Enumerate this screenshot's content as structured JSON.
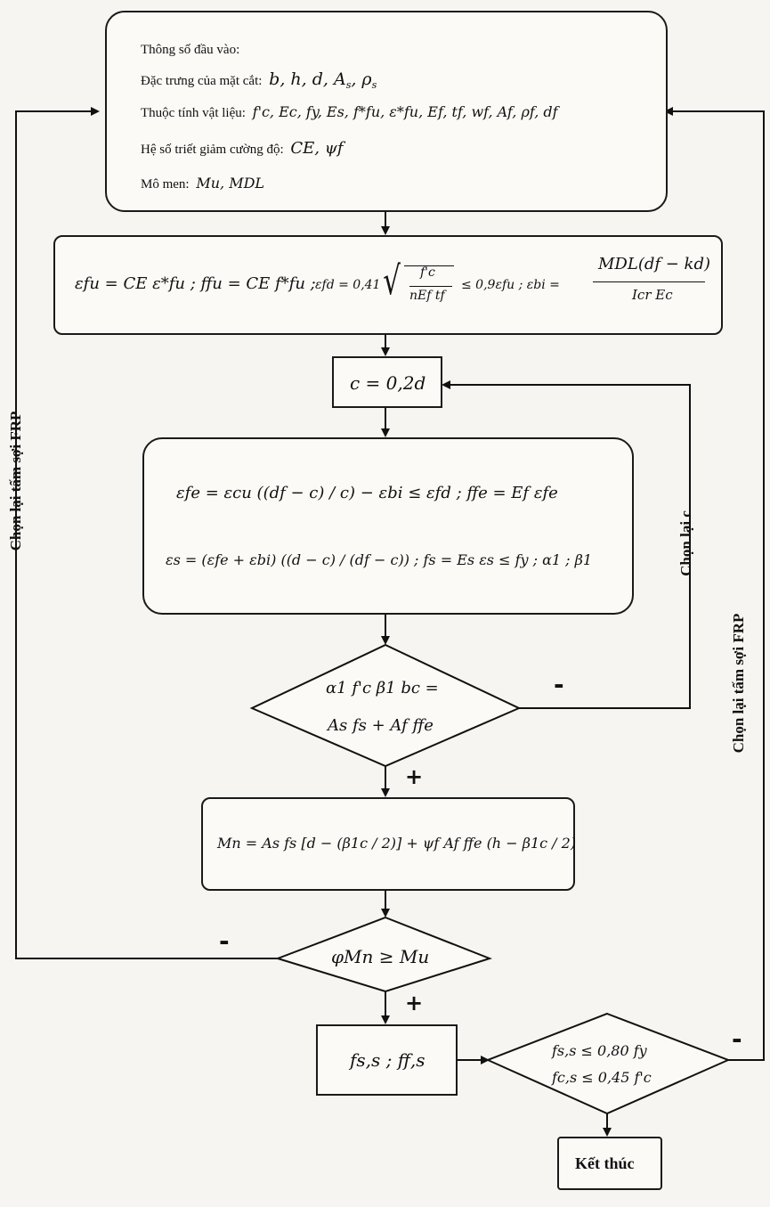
{
  "input_block": {
    "heading": "Thông số đầu vào:",
    "section_label": "Đặc trưng của mặt cắt:",
    "section_vars": "b, h, d, A",
    "section_rho": ", ρ",
    "section_s": "s",
    "material_label": "Thuộc tính vật liệu:",
    "material_vars": "f'c, Ec, fy, Es, f*fu, ε*fu, Ef, tf, wf, Af, ρf, df",
    "reduction_label": "Hệ số triết giảm cường độ:",
    "reduction_vars": "CE, ψf",
    "moment_label": "Mô men:",
    "moment_vars": "Mu, MDL"
  },
  "strain_block": {
    "part1": "εfu = CE ε*fu ;  ffu = CE f*fu ;",
    "part2": "εfd = 0,41",
    "sqrt_num": "f'c",
    "sqrt_den": "nEf tf",
    "part3": "≤ 0,9εfu ;  εbi =",
    "frac_num": "MDL(df − kd)",
    "frac_den": "Icr Ec"
  },
  "init_c": "c = 0,2d",
  "calc_block": {
    "line1": "εfe = εcu ((df − c) / c) − εbi ≤ εfd ;  ffe = Ef εfe",
    "line2": "εs = (εfe + εbi) ((d − c) / (df − c)) ;  fs = Es εs ≤ fy ;  α1 ;  β1"
  },
  "decision1": {
    "line1": "α1 f'c β1 bc =",
    "line2": "As fs + Af ffe"
  },
  "moment_block": "Mn = As fs [d − (β1c / 2)] + ψf Af ffe (h − β1c / 2)",
  "decision2": "φMn ≥ Mu",
  "stress_block": "fs,s ; ff,s",
  "decision3": {
    "line1": "fs,s ≤ 0,80 fy",
    "line2": "fc,s ≤ 0,45 f'c"
  },
  "end_label": "Kết thúc",
  "loops": {
    "left": "Chọn lại tấm sợi  FRP",
    "middle": "Chọn lại c",
    "right": "Chọn lại  tấm sợi  FRP"
  },
  "signs": {
    "minus": "-",
    "plus": "+"
  }
}
